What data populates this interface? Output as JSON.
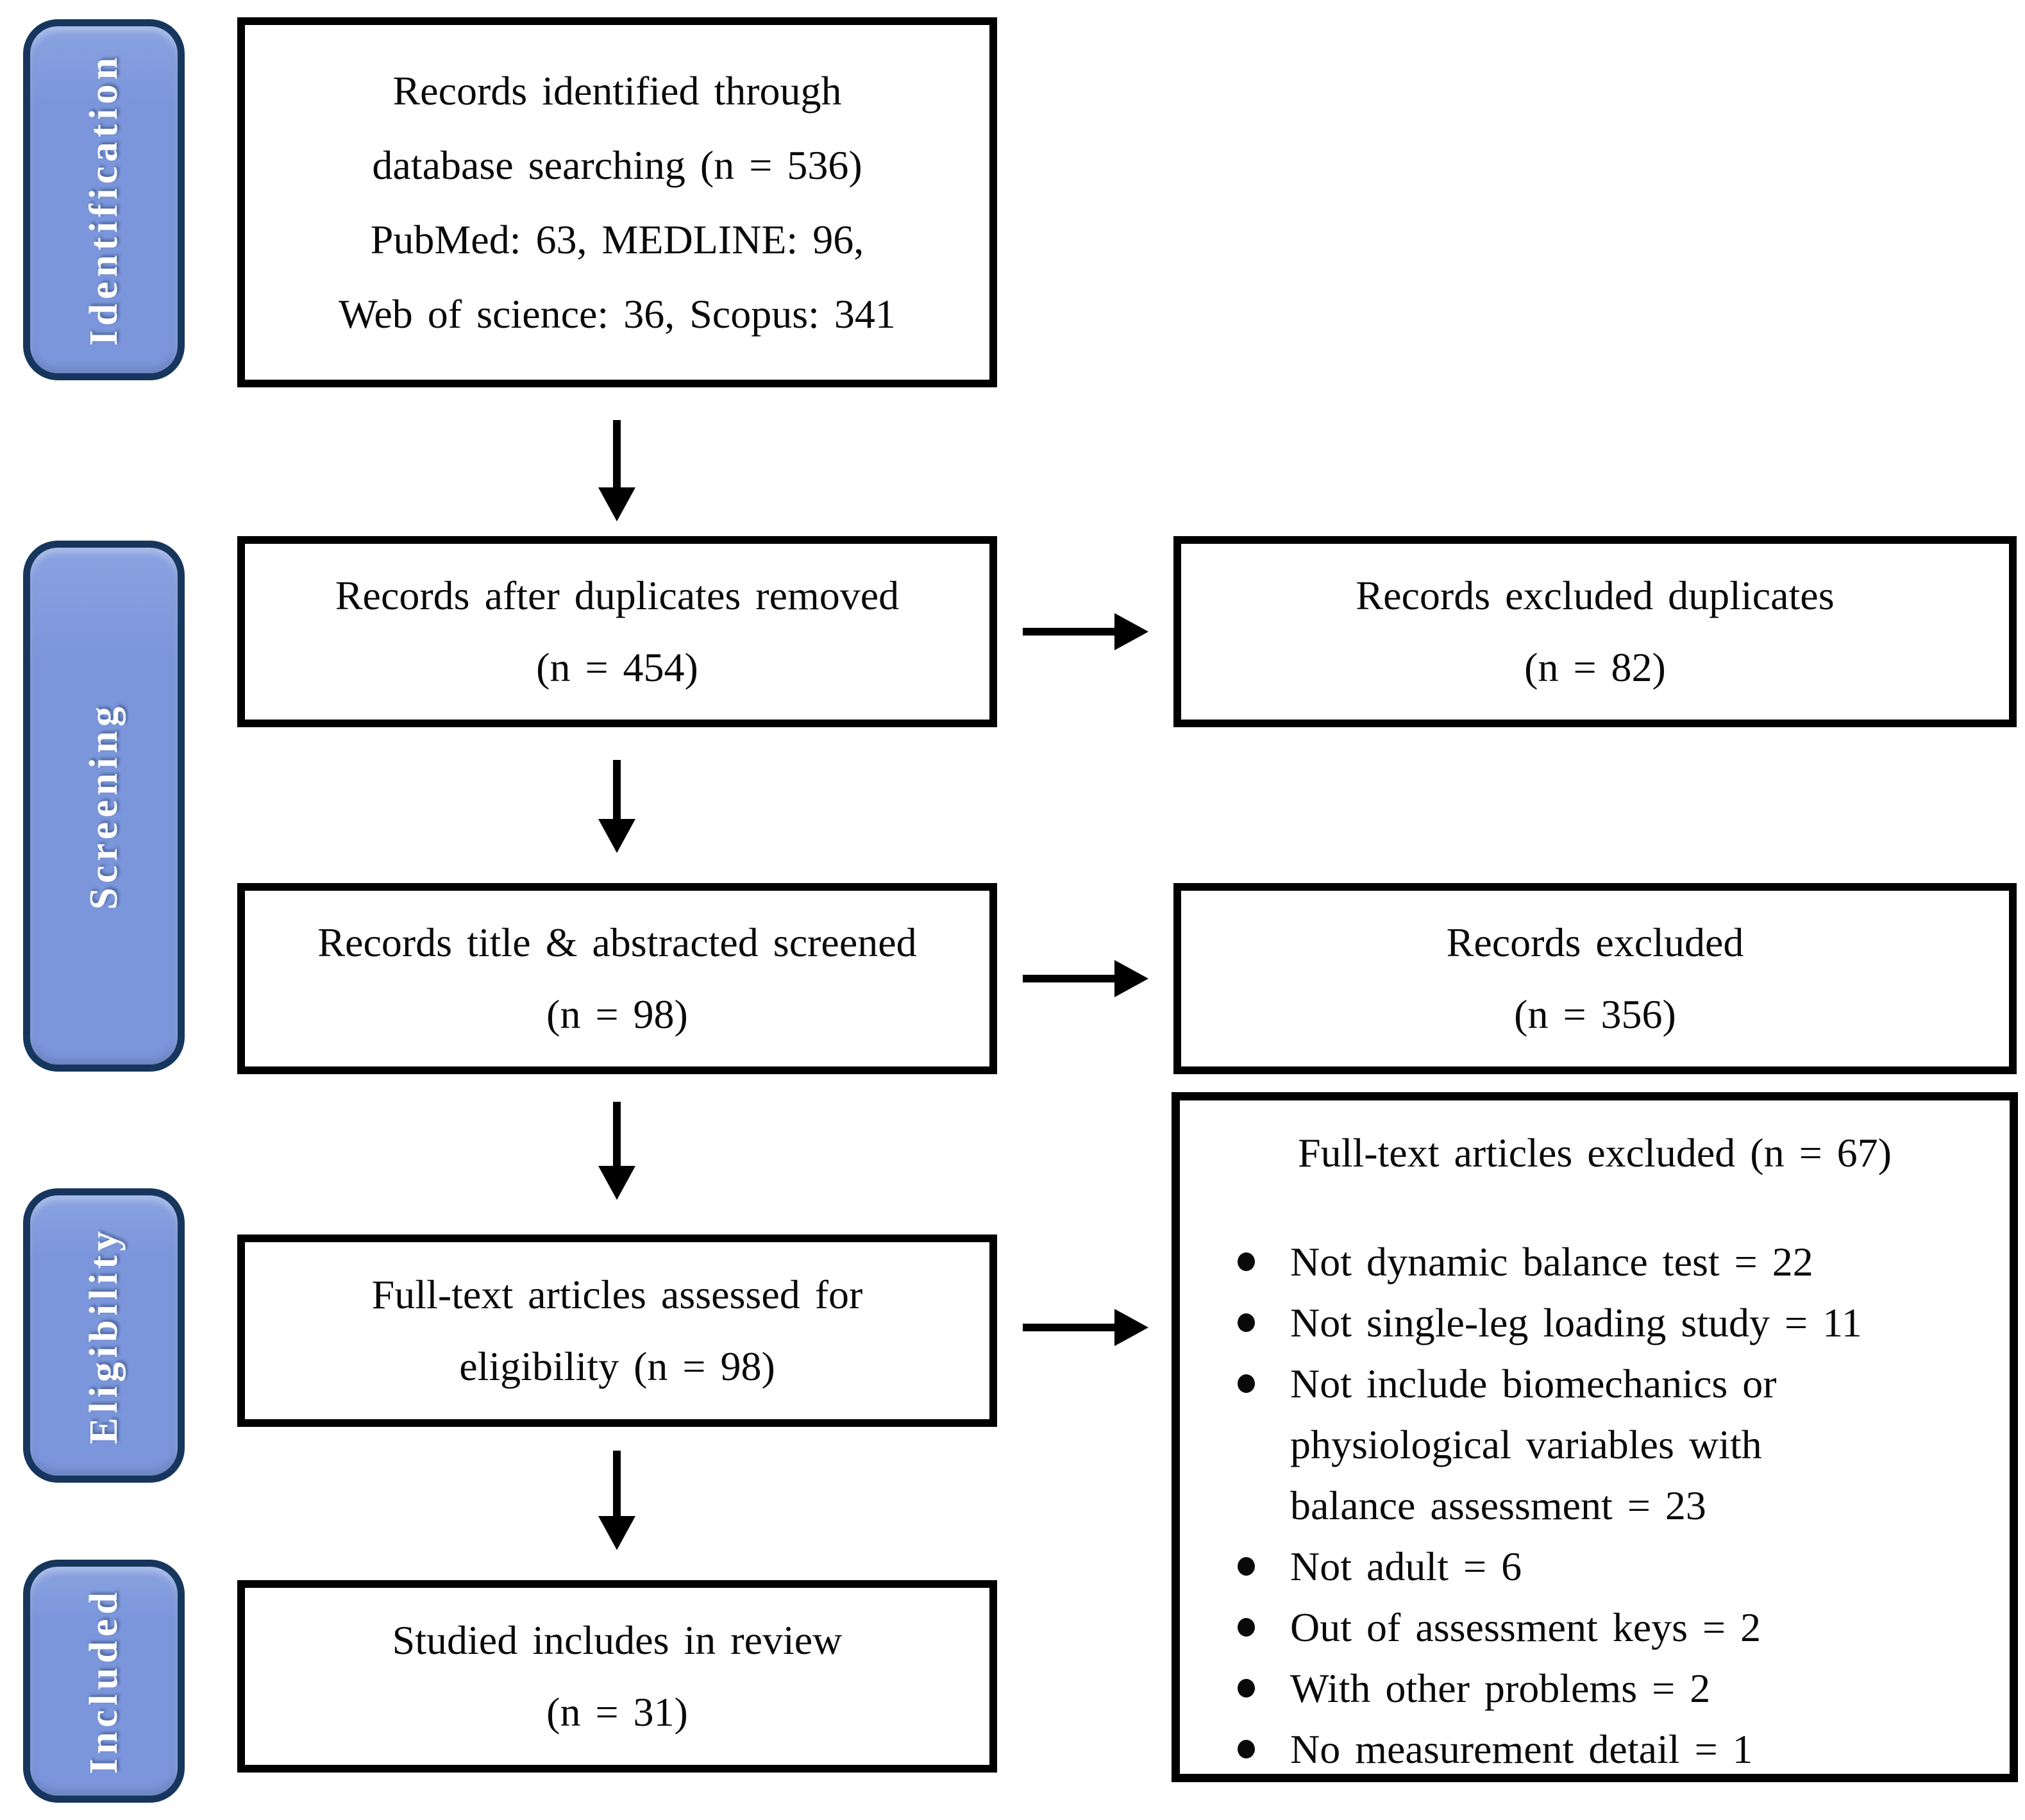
{
  "colors": {
    "background": "#FFFFFF",
    "stage_fill": "#7B96DB",
    "stage_border": "#17365D",
    "stage_text": "#FFFFFF",
    "box_border": "#000000",
    "box_text": "#0A0A0A",
    "arrow": "#000000"
  },
  "stages": [
    {
      "label": "Identification"
    },
    {
      "label": "Screening"
    },
    {
      "label": "Eligibility"
    },
    {
      "label": "Included"
    }
  ],
  "flow": {
    "identified": {
      "lines": [
        "Records identified through",
        "database searching (n = 536)",
        "PubMed: 63, MEDLINE: 96,",
        "Web of science: 36, Scopus: 341"
      ]
    },
    "after_duplicates": {
      "lines": [
        "Records after duplicates removed",
        "(n = 454)"
      ]
    },
    "title_abstract_screened": {
      "lines": [
        "Records title & abstracted screened",
        "(n = 98)"
      ]
    },
    "fulltext_assessed": {
      "lines": [
        "Full-text articles assessed for",
        "eligibility (n = 98)"
      ]
    },
    "included_in_review": {
      "lines": [
        "Studied includes in review",
        "(n = 31)"
      ]
    }
  },
  "exclusions": {
    "duplicates": {
      "lines": [
        "Records excluded duplicates",
        "(n = 82)"
      ]
    },
    "records_excluded": {
      "lines": [
        "Records excluded",
        "(n = 356)"
      ]
    },
    "fulltext_excluded": {
      "title": "Full-text articles excluded (n = 67)",
      "items": [
        {
          "lines": [
            "Not dynamic balance test = 22"
          ]
        },
        {
          "lines": [
            "Not single-leg loading study = 11"
          ]
        },
        {
          "lines": [
            "Not include biomechanics or",
            "physiological variables with",
            "balance assessment = 23"
          ]
        },
        {
          "lines": [
            "Not adult = 6"
          ]
        },
        {
          "lines": [
            "Out of assessment keys = 2"
          ]
        },
        {
          "lines": [
            "With other problems = 2"
          ]
        },
        {
          "lines": [
            "No measurement detail = 1"
          ]
        }
      ]
    }
  }
}
